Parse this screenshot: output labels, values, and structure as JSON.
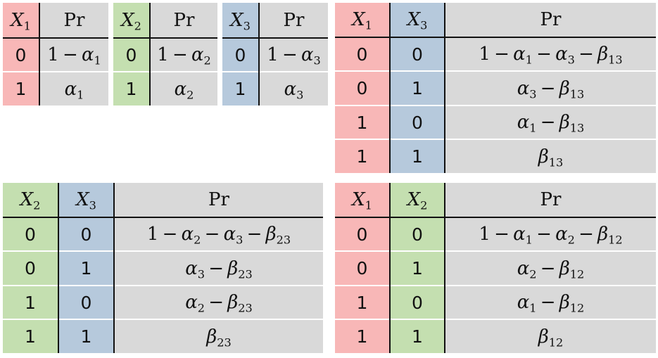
{
  "tables": [
    {
      "id": "t1",
      "headers": [
        "X_1",
        "Pr"
      ],
      "rows": [
        [
          "0",
          "1 − α_1"
        ],
        [
          "1",
          "α_1"
        ]
      ]
    },
    {
      "id": "t2",
      "headers": [
        "X_2",
        "Pr"
      ],
      "rows": [
        [
          "0",
          "1 − α_2"
        ],
        [
          "1",
          "α_2"
        ]
      ]
    },
    {
      "id": "t3",
      "headers": [
        "X_3",
        "Pr"
      ],
      "rows": [
        [
          "0",
          "1 − α_3"
        ],
        [
          "1",
          "α_3"
        ]
      ]
    },
    {
      "id": "t4",
      "headers": [
        "X_1",
        "X_3",
        "Pr"
      ],
      "rows": [
        [
          "0",
          "0",
          "1 − α_1 − α_3 − β_13"
        ],
        [
          "0",
          "1",
          "α_3 − β_13"
        ],
        [
          "1",
          "0",
          "α_1 − β_13"
        ],
        [
          "1",
          "1",
          "β_13"
        ]
      ]
    },
    {
      "id": "t5",
      "headers": [
        "X_2",
        "X_3",
        "Pr"
      ],
      "rows": [
        [
          "0",
          "0",
          "1 − α_2 − α_3 − β_23"
        ],
        [
          "0",
          "1",
          "α_3 − β_23"
        ],
        [
          "1",
          "0",
          "α_2 − β_23"
        ],
        [
          "1",
          "1",
          "β_23"
        ]
      ]
    },
    {
      "id": "t6",
      "headers": [
        "X_1",
        "X_2",
        "Pr"
      ],
      "rows": [
        [
          "0",
          "0",
          "1 − α_1 − α_2 − β_12"
        ],
        [
          "0",
          "1",
          "α_2 − β_12"
        ],
        [
          "1",
          "0",
          "α_1 − β_12"
        ],
        [
          "1",
          "1",
          "β_12"
        ]
      ]
    }
  ],
  "colors": {
    "X_1": "#f8b7b7",
    "X_2": "#c4dfb0",
    "X_3": "#b6c9dc",
    "Pr": "#d9d9d9"
  }
}
